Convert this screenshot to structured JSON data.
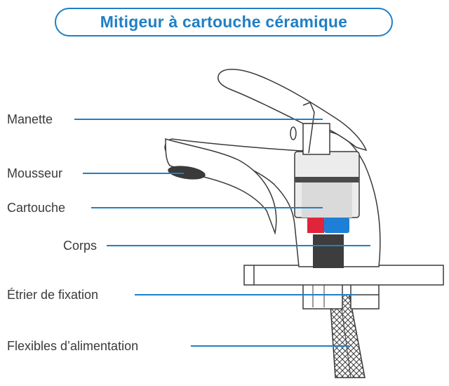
{
  "title": "Mitigeur à cartouche céramique",
  "labels": {
    "manette": "Manette",
    "mousseur": "Mousseur",
    "cartouche": "Cartouche",
    "corps": "Corps",
    "etrier": "Étrier de fixation",
    "flexibles": "Flexibles d’alimentation"
  },
  "colors": {
    "accent": "#1f7fc6",
    "hot": "#e0243b",
    "cold": "#1e7fd6",
    "outline": "#3a3a3a"
  }
}
